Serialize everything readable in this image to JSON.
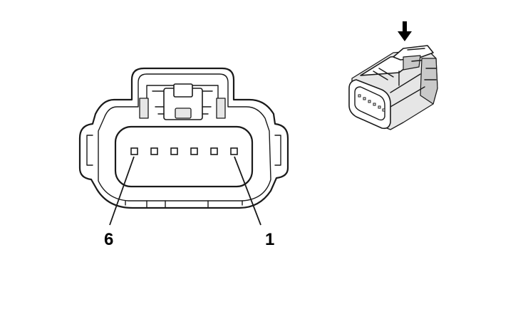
{
  "connector": {
    "pin_count": 6,
    "labels": {
      "left": "6",
      "right": "1"
    }
  },
  "icons": {
    "lock_arrow": "arrow-down-icon"
  }
}
